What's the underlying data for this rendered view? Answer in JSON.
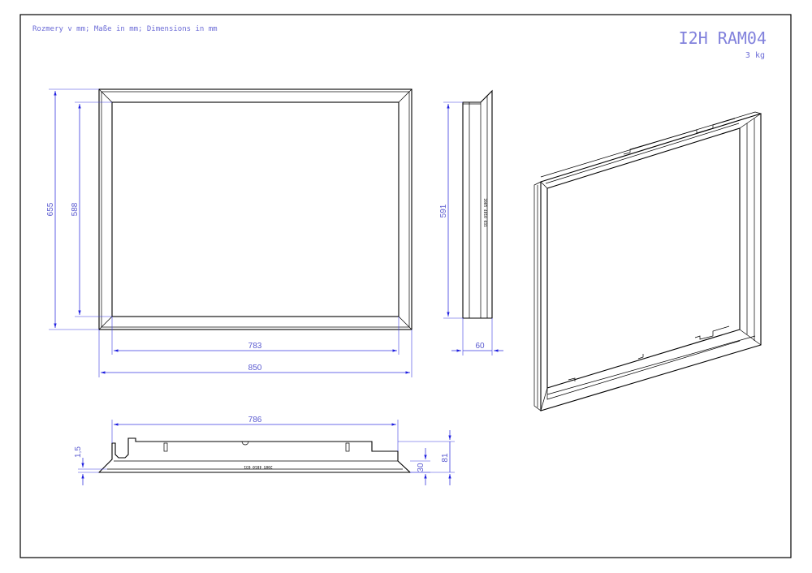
{
  "sheet": {
    "note": "Rozmery v mm; Maße in mm; Dimensions in mm",
    "product_code": "I2H RAM04",
    "weight": "3 kg"
  },
  "colors": {
    "annotation": "#5a5ad0",
    "dimension_line": "#3a3ae0",
    "outline": "#000000"
  },
  "dimensions": {
    "front_outer_height": "655",
    "front_inner_height": "588",
    "front_inner_width": "783",
    "front_outer_width": "850",
    "side_height": "591",
    "side_depth": "60",
    "top_length": "786",
    "top_lip": "1,5",
    "top_flange": "30",
    "top_total": "81"
  },
  "stamps": {
    "side_stamp": "2005 4010 031",
    "bottom_stamp": "2005 4010 031"
  }
}
